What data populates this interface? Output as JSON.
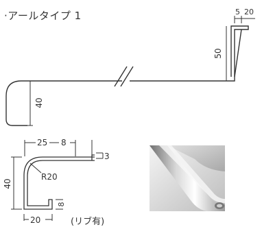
{
  "title": "·アールタイプ 1",
  "main_profile": {
    "dim_depth": "40",
    "dim_height": "50",
    "dim_gap": "5",
    "dim_top": "20"
  },
  "detail_section": {
    "dim_width": "25",
    "dim_flange": "8",
    "dim_thickness": "3",
    "dim_height": "40",
    "dim_radius": "R20",
    "dim_bottom": "20",
    "dim_rib": "8",
    "caption": "(リブ有)"
  },
  "colors": {
    "line": "#333333",
    "steel_light": "#e6e6e6",
    "steel_dark": "#8a8a8a"
  }
}
